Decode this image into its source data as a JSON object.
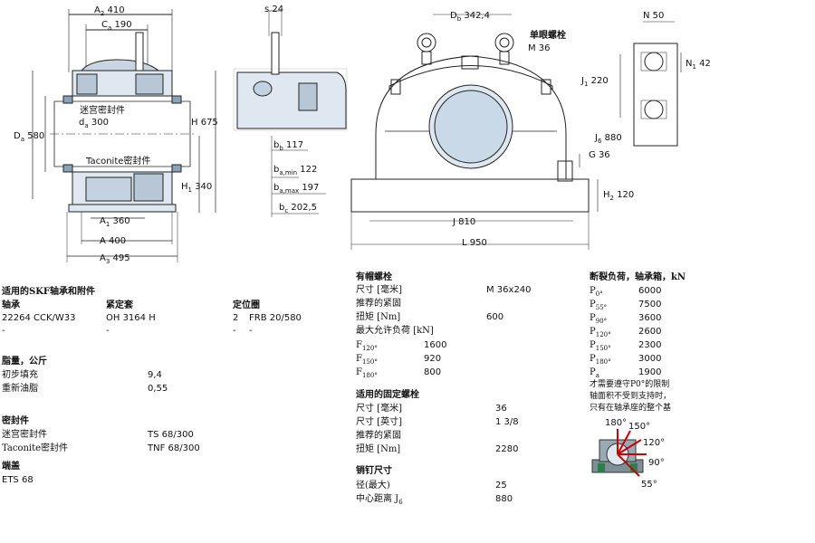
{
  "drawing": {
    "dims": {
      "A2": "410",
      "Ca": "190",
      "s": "24",
      "Db": "342,4",
      "N": "50",
      "N1": "42",
      "Da": "580",
      "da": "300",
      "H": "675",
      "H1": "340",
      "A1": "360",
      "A": "400",
      "A3": "495",
      "bb": "117",
      "bamin": "122",
      "bamax": "197",
      "bc": "202,5",
      "J1": "220",
      "J6": "880",
      "G": "36",
      "H2": "120",
      "J": "810",
      "L": "950"
    },
    "labels": {
      "eyebolt": "单眼螺栓",
      "eyebolt_size": "M 36",
      "labyrinth_seal": "迷宫密封件",
      "taconite_seal": "Taconite密封件"
    }
  },
  "left": {
    "bearing_title": "适用的SKF轴承和附件",
    "col_bearing": "轴承",
    "col_sleeve": "紧定套",
    "col_locating": "定位圈",
    "row1": {
      "bearing": "22264 CCK/W33",
      "sleeve": "OH 3164 H",
      "qty": "2",
      "ring": "FRB 20/580"
    },
    "row2": {
      "bearing": "-",
      "sleeve": "-",
      "qty": "-",
      "ring": "-"
    },
    "grease_title": "脂量，公斤",
    "grease_initial_label": "初步填充",
    "grease_initial_value": "9,4",
    "grease_relub_label": "重新油脂",
    "grease_relub_value": "0,55",
    "seal_title": "密封件",
    "seal1_label": "迷宫密封件",
    "seal1_value": "TS 68/300",
    "seal2_label": "Taconite密封件",
    "seal2_value": "TNF 68/300",
    "endcover_title": "端盖",
    "endcover_value": "ETS 68"
  },
  "middle": {
    "cap_bolt_title": "有帽螺栓",
    "size_label": "尺寸 [毫米]",
    "size_value": "M 36x240",
    "rec_torque_label": "推荐的紧固",
    "torque_label": "扭矩 [Nm]",
    "torque_value": "600",
    "max_load_label": "最大允许负荷 [kN]",
    "f120_label": "F120°",
    "f120_value": "1600",
    "f150_label": "F150°",
    "f150_value": "920",
    "f180_label": "F180°",
    "f180_value": "800",
    "fix_bolt_title": "适用的固定螺栓",
    "fix_size_mm_label": "尺寸 [毫米]",
    "fix_size_mm_value": "36",
    "fix_size_in_label": "尺寸 [英寸]",
    "fix_size_in_value": "1 3/8",
    "fix_rec_label": "推荐的紧固",
    "fix_torque_label": "扭矩 [Nm]",
    "fix_torque_value": "2280",
    "dowel_title": "销钉尺寸",
    "dowel_dia_label": "径(最大)",
    "dowel_dia_value": "25",
    "dowel_center_label": "中心距离 J6",
    "dowel_center_value": "880"
  },
  "right": {
    "title": "断裂负荷，轴承箱，kN",
    "loads": [
      {
        "label": "P0°",
        "value": "6000"
      },
      {
        "label": "P55°",
        "value": "7500"
      },
      {
        "label": "P90°",
        "value": "3600"
      },
      {
        "label": "P120°",
        "value": "2600"
      },
      {
        "label": "P150°",
        "value": "2300"
      },
      {
        "label": "P180°",
        "value": "3000"
      },
      {
        "label": "Pa",
        "value": "1900"
      }
    ],
    "note1": "才需要遵守P0°的限制",
    "note2": "轴面积不受到支持时，",
    "note3": "只有在轴承座的整个基",
    "angles": {
      "a180": "180°",
      "a150": "150°",
      "a120": "120°",
      "a90": "90°",
      "a55": "55°"
    }
  }
}
